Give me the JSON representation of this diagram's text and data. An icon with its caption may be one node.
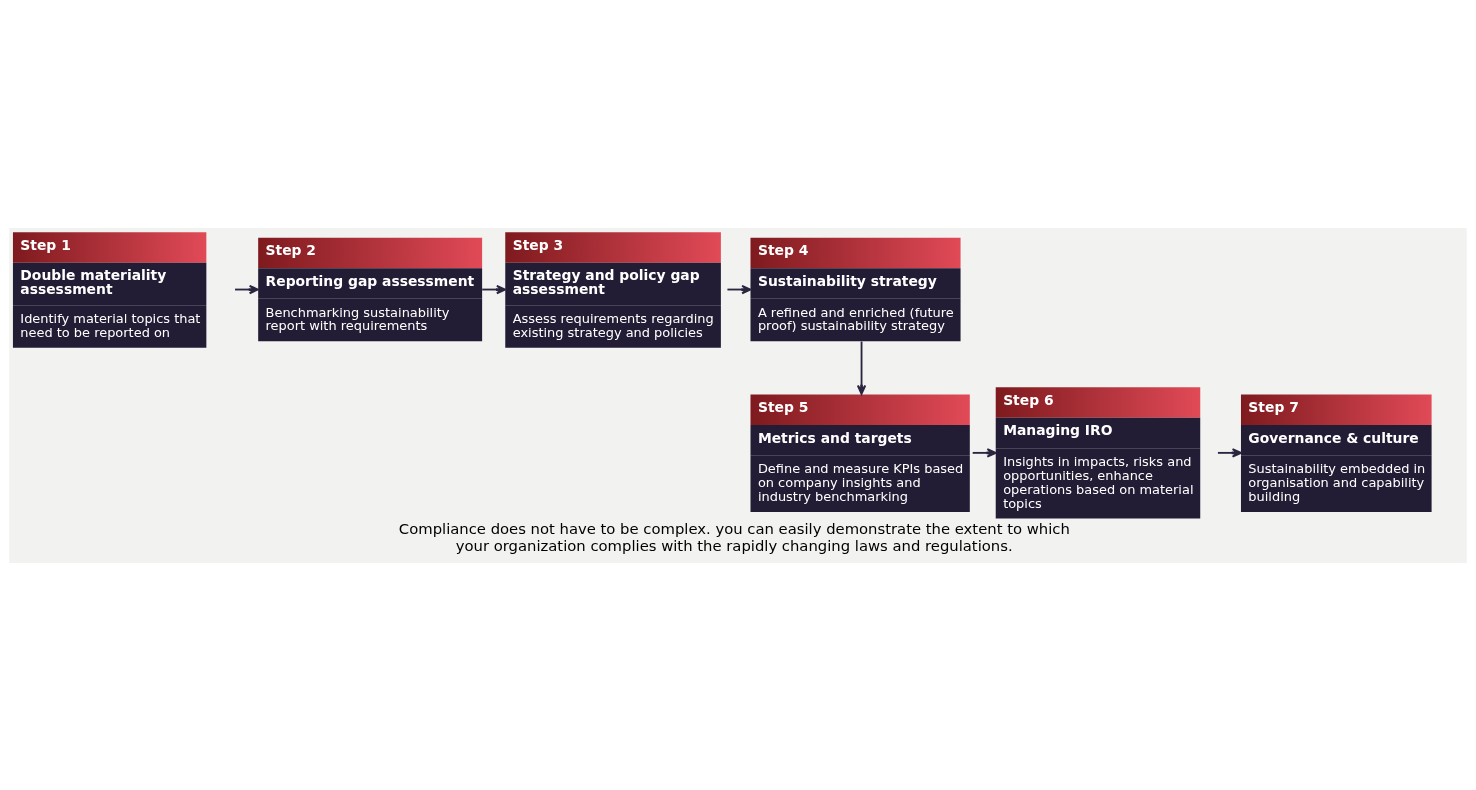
{
  "diagram": {
    "caption": "Compliance does not have to be complex. you can easily demonstrate the extent to which your organization complies with the rapidly changing laws and regulations.",
    "nodes": [
      {
        "text": [
          "Step 1",
          "Double materiality assessment",
          "Identify material topics that need to be reported on"
        ]
      },
      {
        "text": [
          "Step 2",
          "Reporting gap assessment",
          "Benchmarking sustainability report with requirements"
        ]
      },
      {
        "text": [
          "Step 3",
          "Strategy and policy gap assessment",
          "Assess requirements regarding existing strategy and policies"
        ]
      },
      {
        "text": [
          "Step 4",
          "Sustainability strategy",
          "A refined and enriched (future proof) sustainability strategy"
        ]
      },
      {
        "text": [
          "Step 5",
          "Metrics and targets",
          "Define and measure KPIs based on company insights and industry benchmarking"
        ]
      },
      {
        "text": [
          "Step 6",
          "Managing IRO",
          "Insights in impacts, risks and opportunities, enhance operations based on material topics"
        ]
      },
      {
        "text": [
          "Step 7",
          "Governance & culture",
          "Sustainability embedded in organisation and capability building"
        ]
      }
    ],
    "edges": [
      {
        "from": 0,
        "to": 1,
        "arrow": "to"
      },
      {
        "from": 1,
        "to": 2,
        "arrow": "to"
      },
      {
        "from": 2,
        "to": 3,
        "arrow": "to"
      },
      {
        "from": 3,
        "to": 4,
        "arrow": "to"
      },
      {
        "from": 4,
        "to": 5,
        "arrow": "to"
      },
      {
        "from": 5,
        "to": 6,
        "arrow": "to"
      }
    ]
  }
}
